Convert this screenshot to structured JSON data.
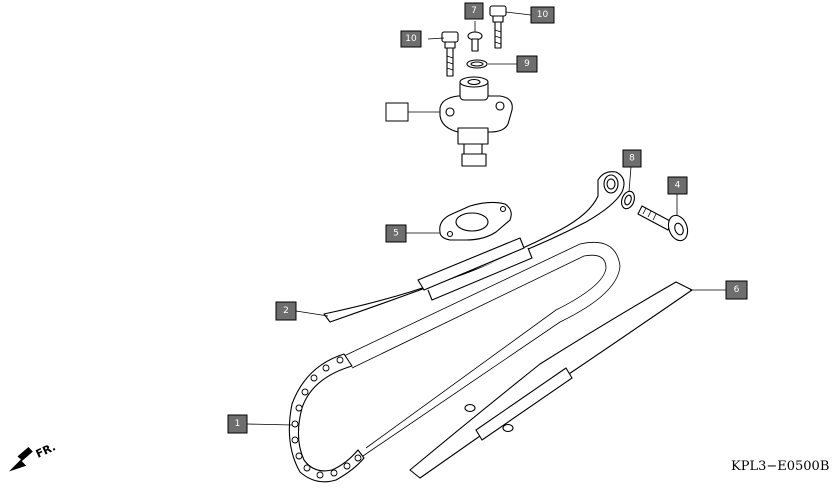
{
  "diagram_code": "KPL3−E0500B",
  "direction_label": "FR.",
  "callouts": {
    "c1": "1",
    "c2": "2",
    "c4": "4",
    "c5": "5",
    "c6": "6",
    "c7": "7",
    "c8": "8",
    "c9": "9",
    "c10a": "10",
    "c10b": "10",
    "blank": ""
  }
}
